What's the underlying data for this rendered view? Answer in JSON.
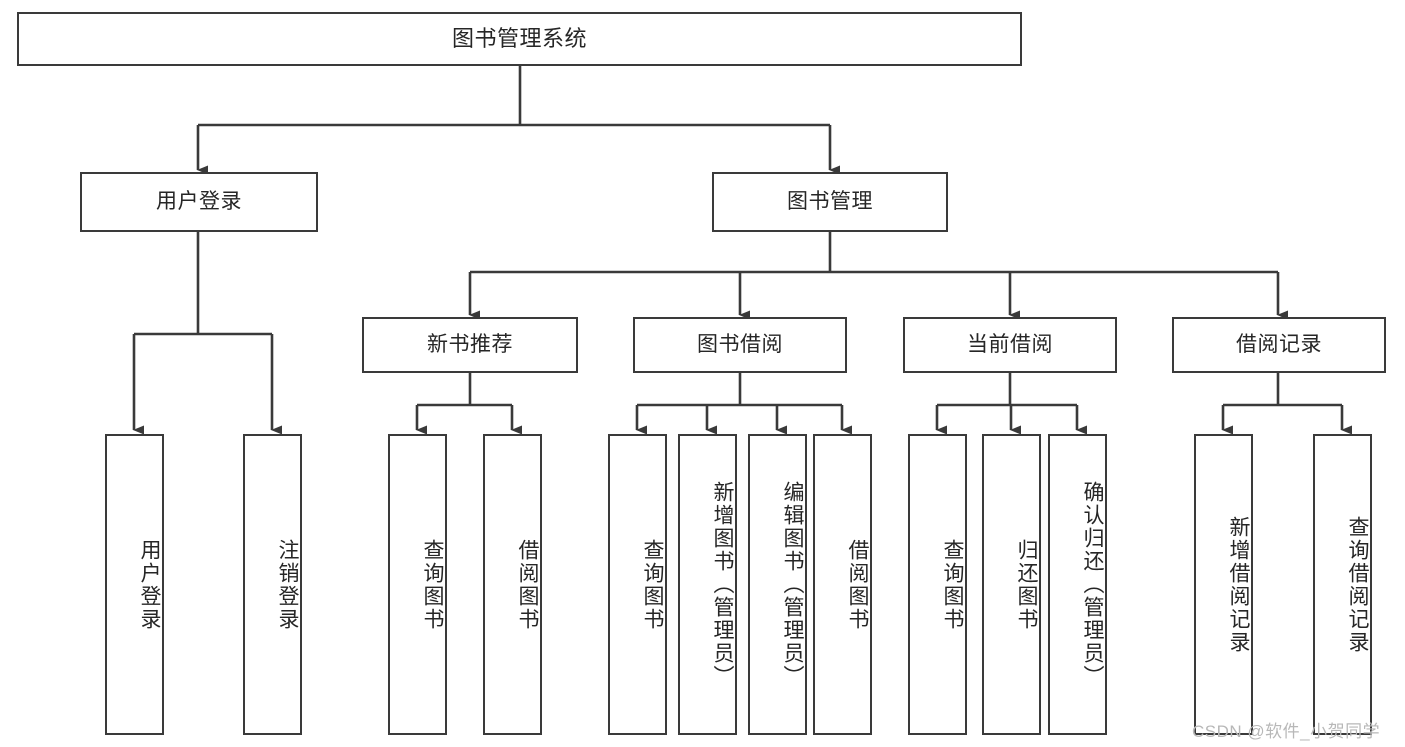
{
  "diagram": {
    "title": "图书管理系统",
    "type": "tree",
    "style": {
      "box_border_color": "#3a3a3a",
      "box_fill_color": "#ffffff",
      "edge_color": "#3a3a3a",
      "text_color": "#262626",
      "background": "#ffffff"
    },
    "levels": {
      "root": "图书管理系统",
      "level2": [
        "用户登录",
        "图书管理"
      ],
      "level3": [
        "新书推荐",
        "图书借阅",
        "当前借阅",
        "借阅记录"
      ]
    },
    "nodes": {
      "root": {
        "label": "图书管理系统"
      },
      "user_login": {
        "label": "用户登录"
      },
      "book_manage": {
        "label": "图书管理"
      },
      "new_book_rec": {
        "label": "新书推荐"
      },
      "book_borrow": {
        "label": "图书借阅"
      },
      "current_borrow": {
        "label": "当前借阅"
      },
      "borrow_record": {
        "label": "借阅记录"
      },
      "leaf_user_login": {
        "label": "用户登录"
      },
      "leaf_user_logout": {
        "label": "注销登录"
      },
      "leaf_query_book_1": {
        "label": "查询图书"
      },
      "leaf_borrow_book_1": {
        "label": "借阅图书"
      },
      "leaf_query_book_2": {
        "label": "查询图书"
      },
      "leaf_add_book": {
        "label": "新增图书（管理员）"
      },
      "leaf_edit_book": {
        "label": "编辑图书（管理员）"
      },
      "leaf_borrow_book_2": {
        "label": "借阅图书"
      },
      "leaf_query_book_3": {
        "label": "查询图书"
      },
      "leaf_return_book": {
        "label": "归还图书"
      },
      "leaf_confirm_return": {
        "label": "确认归还（管理员）"
      },
      "leaf_add_record": {
        "label": "新增借阅记录"
      },
      "leaf_query_record": {
        "label": "查询借阅记录"
      }
    },
    "edges": [
      {
        "from": "root",
        "to": "user_login"
      },
      {
        "from": "root",
        "to": "book_manage"
      },
      {
        "from": "user_login",
        "to": "leaf_user_login"
      },
      {
        "from": "user_login",
        "to": "leaf_user_logout"
      },
      {
        "from": "book_manage",
        "to": "new_book_rec"
      },
      {
        "from": "book_manage",
        "to": "book_borrow"
      },
      {
        "from": "book_manage",
        "to": "current_borrow"
      },
      {
        "from": "book_manage",
        "to": "borrow_record"
      },
      {
        "from": "new_book_rec",
        "to": "leaf_query_book_1"
      },
      {
        "from": "new_book_rec",
        "to": "leaf_borrow_book_1"
      },
      {
        "from": "book_borrow",
        "to": "leaf_query_book_2"
      },
      {
        "from": "book_borrow",
        "to": "leaf_add_book"
      },
      {
        "from": "book_borrow",
        "to": "leaf_edit_book"
      },
      {
        "from": "book_borrow",
        "to": "leaf_borrow_book_2"
      },
      {
        "from": "current_borrow",
        "to": "leaf_query_book_3"
      },
      {
        "from": "current_borrow",
        "to": "leaf_return_book"
      },
      {
        "from": "current_borrow",
        "to": "leaf_confirm_return"
      },
      {
        "from": "borrow_record",
        "to": "leaf_add_record"
      },
      {
        "from": "borrow_record",
        "to": "leaf_query_record"
      }
    ]
  },
  "watermark": {
    "text": "CSDN @软件_小贺同学"
  }
}
